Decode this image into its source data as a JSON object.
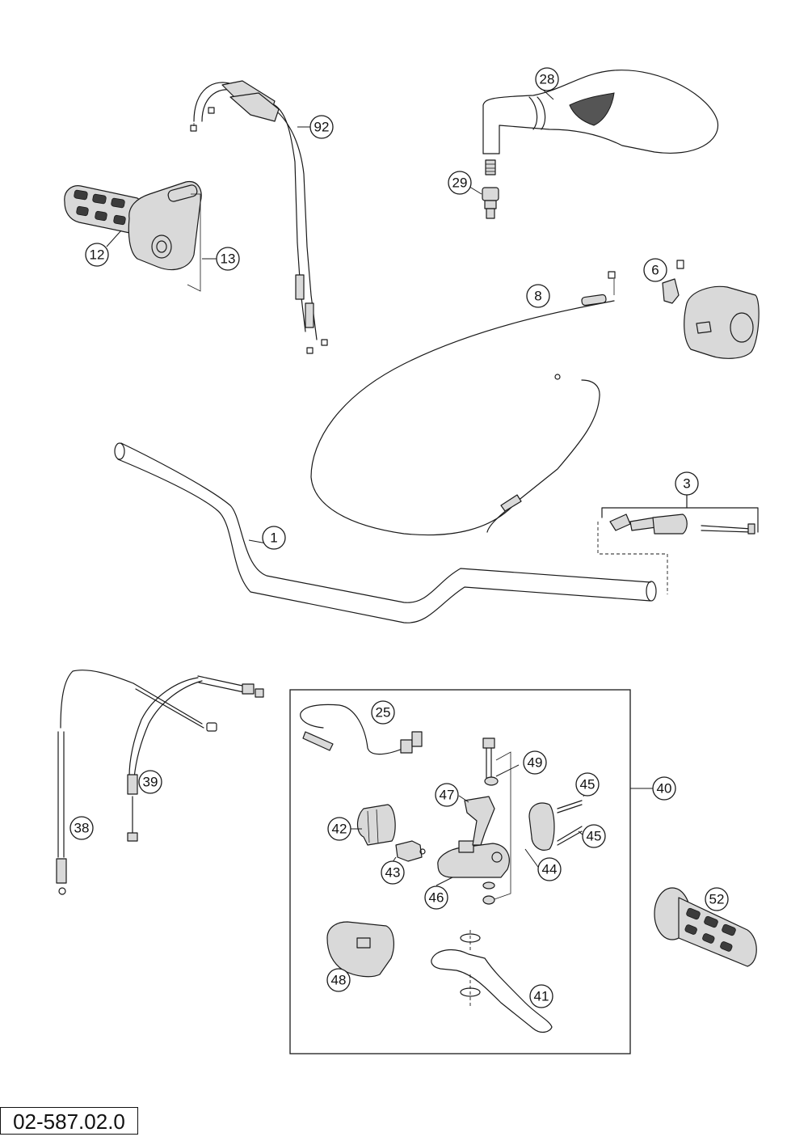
{
  "callouts": {
    "c1": "1",
    "c3": "3",
    "c6": "6",
    "c8": "8",
    "c12": "12",
    "c13": "13",
    "c25": "25",
    "c28": "28",
    "c29": "29",
    "c38": "38",
    "c39": "39",
    "c40": "40",
    "c41": "41",
    "c42": "42",
    "c43": "43",
    "c44": "44",
    "c45a": "45",
    "c45b": "45",
    "c46": "46",
    "c47": "47",
    "c48": "48",
    "c49": "49",
    "c52": "52",
    "c92": "92"
  },
  "reference_number": "02-587.02.0"
}
